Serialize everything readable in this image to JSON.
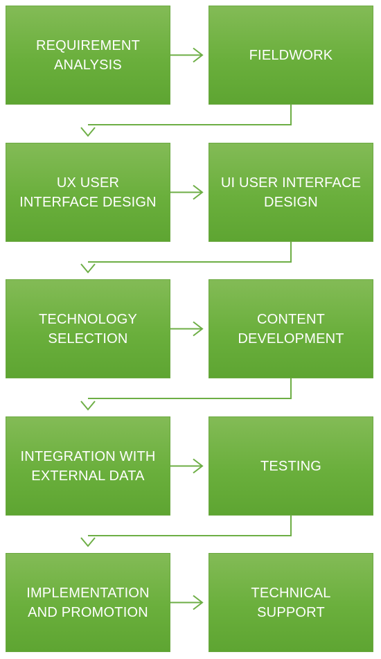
{
  "steps": [
    {
      "id": "requirement-analysis",
      "label": "REQUIREMENT\nANALYSIS"
    },
    {
      "id": "fieldwork",
      "label": "FIELDWORK"
    },
    {
      "id": "ux-user-interface-design",
      "label": "UX USER\nINTERFACE DESIGN"
    },
    {
      "id": "ui-user-interface-design",
      "label": "UI USER INTERFACE\nDESIGN"
    },
    {
      "id": "technology-selection",
      "label": "TECHNOLOGY\nSELECTION"
    },
    {
      "id": "content-development",
      "label": "CONTENT\nDEVELOPMENT"
    },
    {
      "id": "integration-with-external-data",
      "label": "INTEGRATION WITH\nEXTERNAL DATA"
    },
    {
      "id": "testing",
      "label": "TESTING"
    },
    {
      "id": "implementation-and-promotion",
      "label": "IMPLEMENTATION\nAND PROMOTION"
    },
    {
      "id": "technical-support",
      "label": "TECHNICAL\nSUPPORT"
    }
  ],
  "colors": {
    "box_fill": "#6aaf3c",
    "connector": "#6dae45",
    "text": "#ffffff"
  }
}
